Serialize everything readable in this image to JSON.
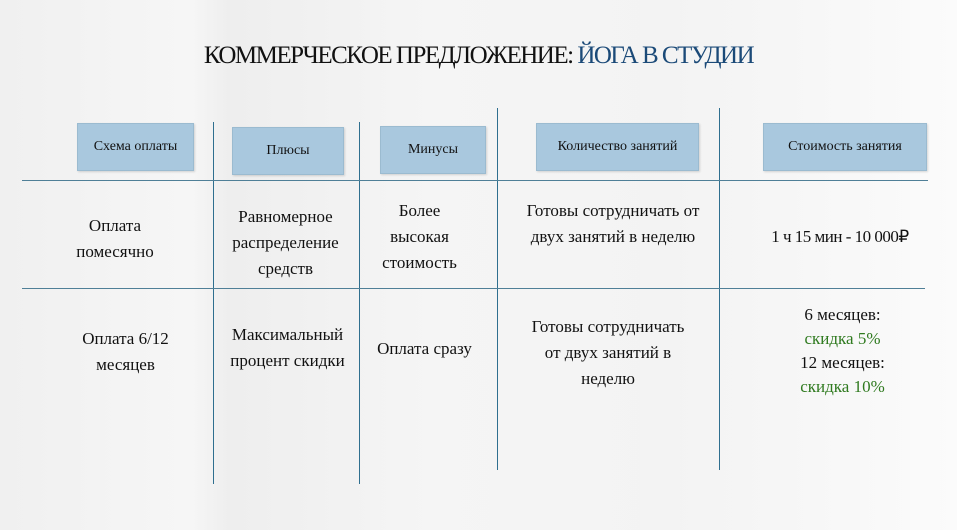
{
  "title": {
    "main": "КОММЕРЧЕСКОЕ ПРЕДЛОЖЕНИЕ: ",
    "accent": "ЙОГА В СТУДИИ"
  },
  "headers": [
    "Схема оплаты",
    "Плюсы",
    "Минусы",
    "Количество занятий",
    "Стоимость занятия"
  ],
  "rows": [
    {
      "scheme": "Оплата помесячно",
      "pros": "Равномерное распределение средств",
      "cons": "Более высокая стоимость",
      "sessions": "Готовы сотрудничать от двух занятий в неделю",
      "price": "1 ч 15 мин - 10 000₽"
    },
    {
      "scheme": "Оплата 6/12 месяцев",
      "pros": "Максимальный процент скидки",
      "cons": "Оплата сразу",
      "sessions": "Готовы сотрудничать от двух занятий в неделю",
      "price_6": "6 месяцев:",
      "discount_6": "скидка 5%",
      "price_12": "12 месяцев:",
      "discount_12": "скидка 10%"
    }
  ],
  "colors": {
    "accent": "#1b4a78",
    "header_bg": "#a9c8de",
    "discount": "#2f7a1f",
    "lines": "#2f6f8f"
  }
}
